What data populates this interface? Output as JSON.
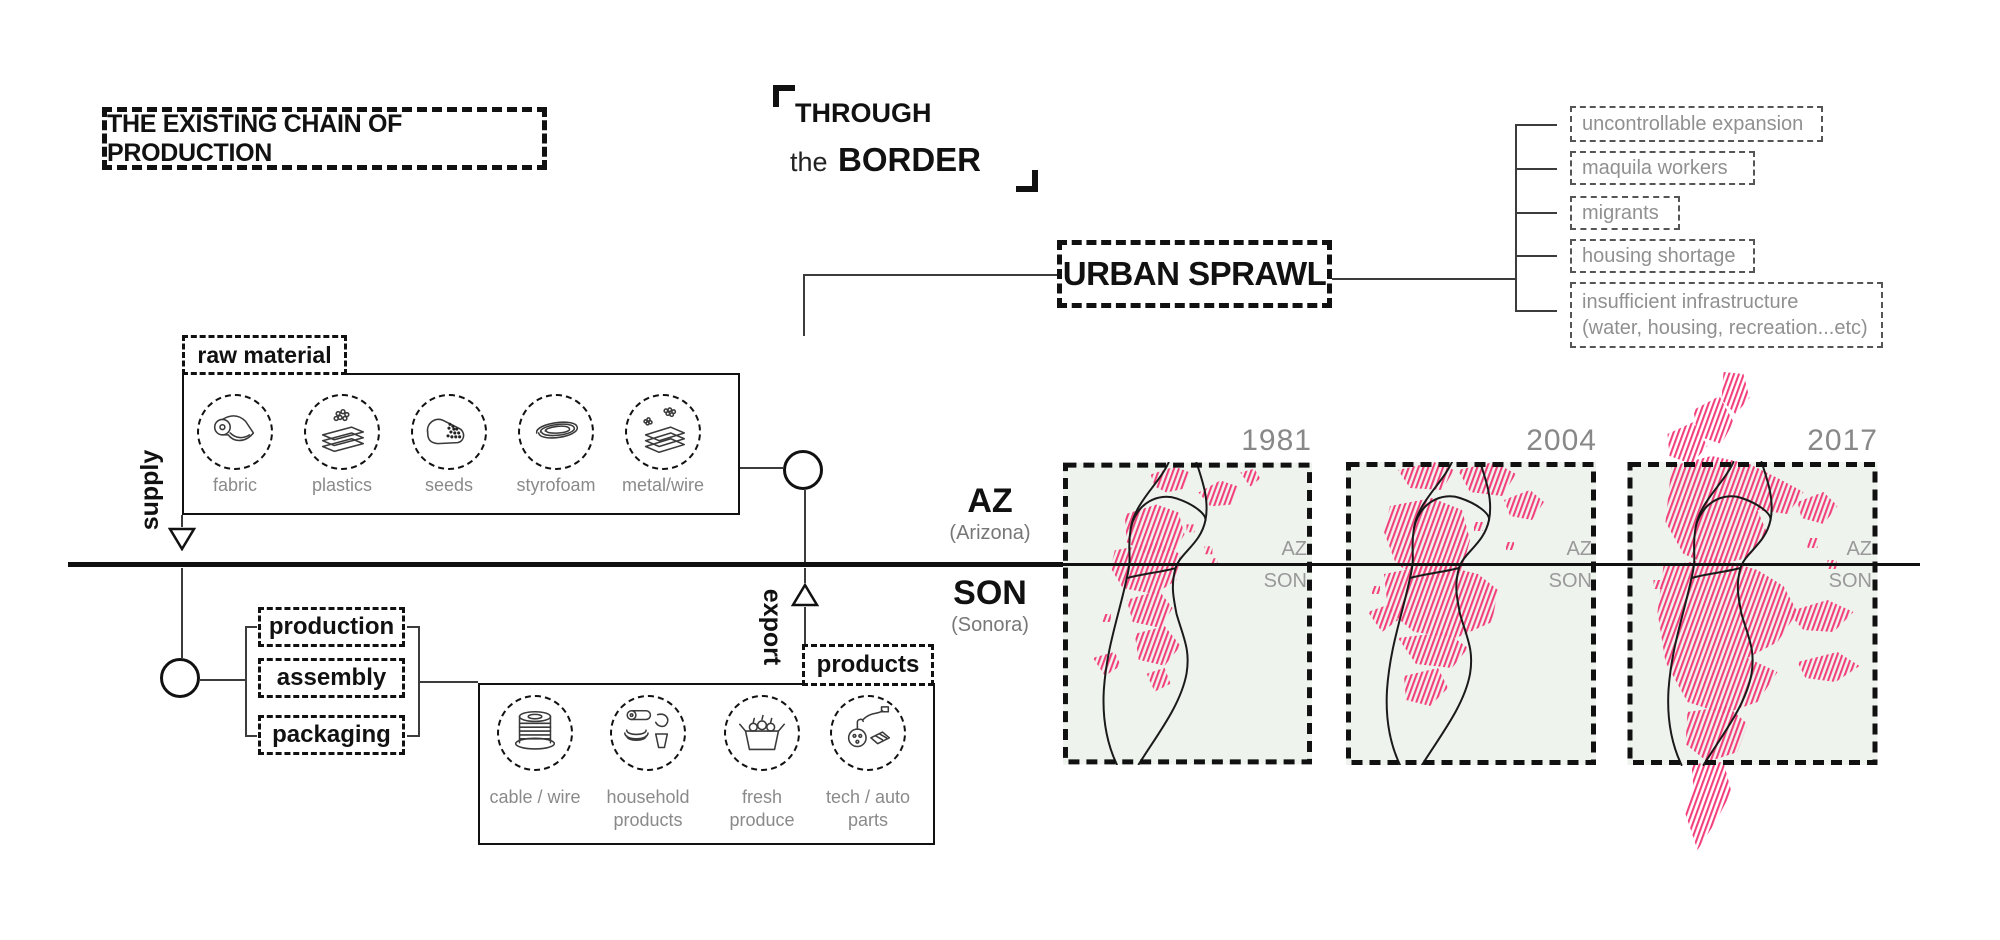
{
  "title": {
    "main": "THE EXISTING CHAIN OF PRODUCTION",
    "through": "THROUGH",
    "the": "the",
    "border_word": "BORDER"
  },
  "urban_sprawl": {
    "label": "URBAN SPRAWL",
    "effects": [
      {
        "text": "uncontrollable expansion"
      },
      {
        "text": "maquila workers"
      },
      {
        "text": "migrants"
      },
      {
        "text": "housing shortage"
      },
      {
        "text": "insufficient infrastructure\n(water, housing, recreation...etc)"
      }
    ]
  },
  "chain": {
    "raw_material_label": "raw material",
    "supply_label": "supply",
    "export_label": "export",
    "products_label": "products",
    "materials": [
      {
        "label": "fabric"
      },
      {
        "label": "plastics"
      },
      {
        "label": "seeds"
      },
      {
        "label": "styrofoam"
      },
      {
        "label": "metal/wire"
      }
    ],
    "steps": [
      {
        "label": "production"
      },
      {
        "label": "assembly"
      },
      {
        "label": "packaging"
      }
    ],
    "products": [
      {
        "label": "cable / wire"
      },
      {
        "label": "household\nproducts"
      },
      {
        "label": "fresh\nproduce"
      },
      {
        "label": "tech / auto\nparts"
      }
    ]
  },
  "border_regions": {
    "north_abbr": "AZ",
    "north_full": "(Arizona)",
    "south_abbr": "SON",
    "south_full": "(Sonora)"
  },
  "maps": {
    "region_north": "AZ",
    "region_south": "SON",
    "snapshots": [
      {
        "year": "1981"
      },
      {
        "year": "2004"
      },
      {
        "year": "2017"
      }
    ]
  },
  "colors": {
    "sprawl_pink": "#f23f7b",
    "map_background": "#eef3ee",
    "ink": "#111111",
    "muted_gray": "#8a8a8a"
  }
}
